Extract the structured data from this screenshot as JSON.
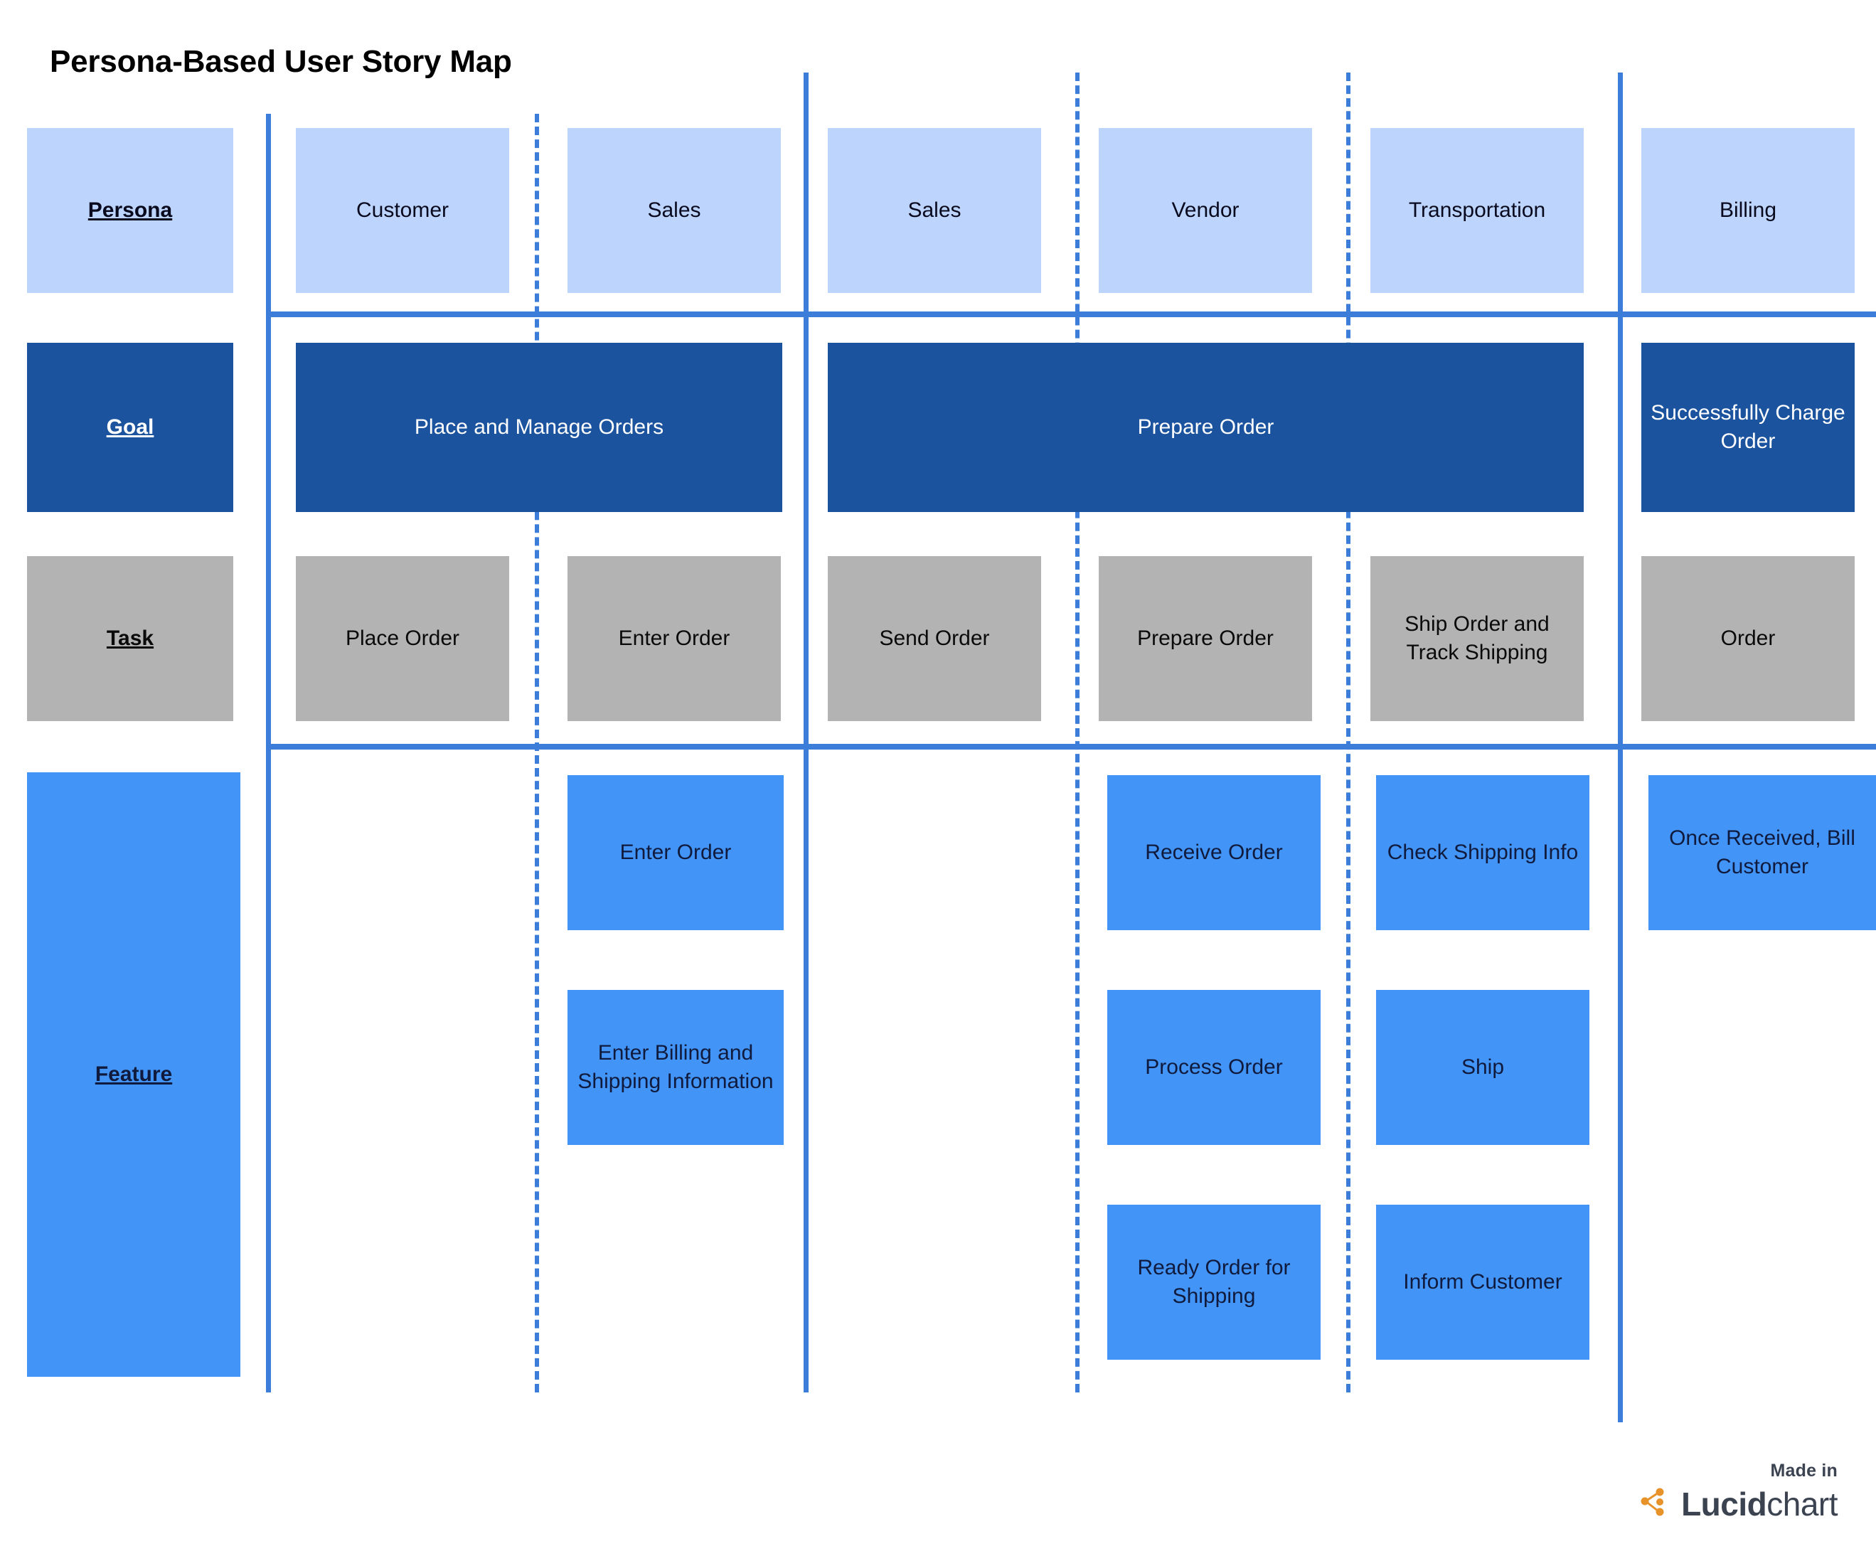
{
  "title": "Persona-Based User Story Map",
  "colors": {
    "persona": "#BDD4FD",
    "goal": "#1B539E",
    "task": "#B3B3B3",
    "feature": "#4294F7",
    "divider": "#3B7DD8",
    "title_text": "#000000"
  },
  "row_labels": {
    "persona": "Persona",
    "goal": "Goal",
    "task": "Task",
    "feature": "Feature"
  },
  "personas": [
    "Customer",
    "Sales",
    "Sales",
    "Vendor",
    "Transportation",
    "Billing"
  ],
  "goals": [
    "Place and Manage Orders",
    "Prepare Order",
    "Successfully Charge Order"
  ],
  "tasks": [
    "Place Order",
    "Enter Order",
    "Send Order",
    "Prepare Order",
    "Ship Order and Track Shipping",
    "Order"
  ],
  "features": {
    "customer": [],
    "sales_enter": [
      "Enter Order",
      "Enter Billing and Shipping Information"
    ],
    "sales_send": [],
    "vendor": [
      "Receive Order",
      "Process Order",
      "Ready Order for Shipping"
    ],
    "transportation": [
      "Check Shipping Info",
      "Ship",
      "Inform Customer"
    ],
    "billing": [
      "Once Received, Bill Customer"
    ]
  },
  "footer": {
    "made_in": "Made in",
    "brand_bold": "Lucid",
    "brand_light": "chart"
  }
}
